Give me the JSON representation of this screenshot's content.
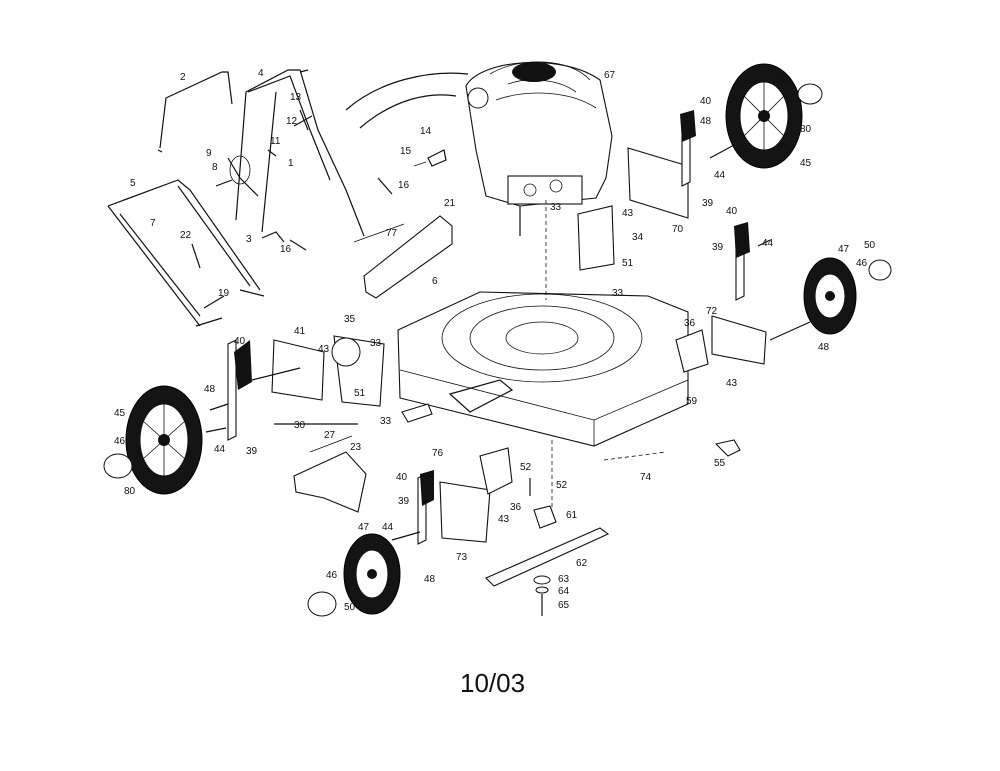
{
  "date_code": "10/03",
  "callouts": {
    "c2": "2",
    "c4": "4",
    "c5": "5",
    "c7": "7",
    "c8": "8",
    "c9": "9",
    "c11": "11",
    "c12": "12",
    "c13": "13",
    "c1": "1",
    "c14": "14",
    "c15": "15",
    "c16a": "16",
    "c16b": "16",
    "c3": "3",
    "c22": "22",
    "c19": "19",
    "c21": "21",
    "c77": "77",
    "c6": "6",
    "c33a": "33",
    "c33b": "33",
    "c33c": "33",
    "c33d": "33",
    "c34": "34",
    "c43a": "43",
    "c43b": "43",
    "c43c": "43",
    "c43d": "43",
    "c51a": "51",
    "c51b": "51",
    "c67": "67",
    "c40a": "40",
    "c40b": "40",
    "c40c": "40",
    "c40d": "40",
    "c48a": "48",
    "c48b": "48",
    "c48c": "48",
    "c48d": "48",
    "c44a": "44",
    "c44b": "44",
    "c44c": "44",
    "c44d": "44",
    "c39a": "39",
    "c39b": "39",
    "c39c": "39",
    "c39d": "39",
    "c70": "70",
    "c46a": "46",
    "c46b": "46",
    "c46c": "46",
    "c46d": "46",
    "c80a": "80",
    "c80b": "80",
    "c45a": "45",
    "c45b": "45",
    "c47a": "47",
    "c47b": "47",
    "c50a": "50",
    "c50b": "50",
    "c72": "72",
    "c36a": "36",
    "c36b": "36",
    "c35": "35",
    "c41": "41",
    "c59": "59",
    "c30": "30",
    "c27": "27",
    "c23": "23",
    "c76": "76",
    "c52a": "52",
    "c52b": "52",
    "c61": "61",
    "c62": "62",
    "c63": "63",
    "c64": "64",
    "c65": "65",
    "c73": "73",
    "c74": "74",
    "c55": "55"
  }
}
